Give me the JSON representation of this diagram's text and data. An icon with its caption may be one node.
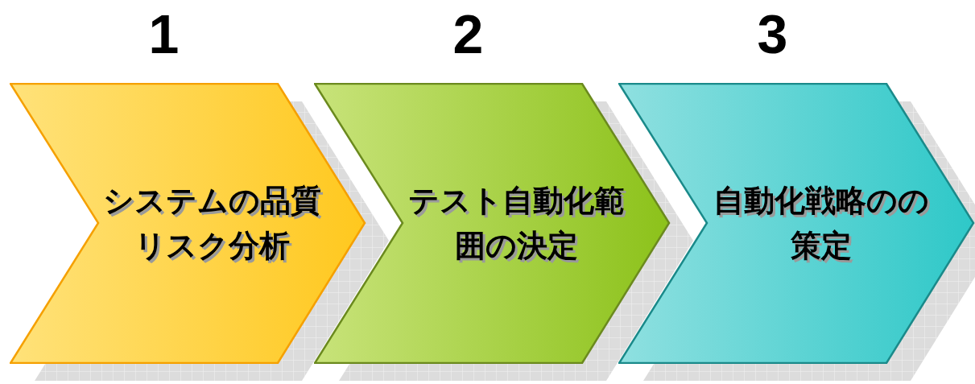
{
  "diagram": {
    "nodes": [
      {
        "text": [
          "システムの品質リスク分析"
        ],
        "beside": [
          "1"
        ]
      },
      {
        "text": [
          "テスト自動化範囲の決定"
        ],
        "beside": [
          "2"
        ]
      },
      {
        "text": [
          "自動化戦略のの策定"
        ],
        "beside": [
          "3"
        ]
      }
    ]
  }
}
